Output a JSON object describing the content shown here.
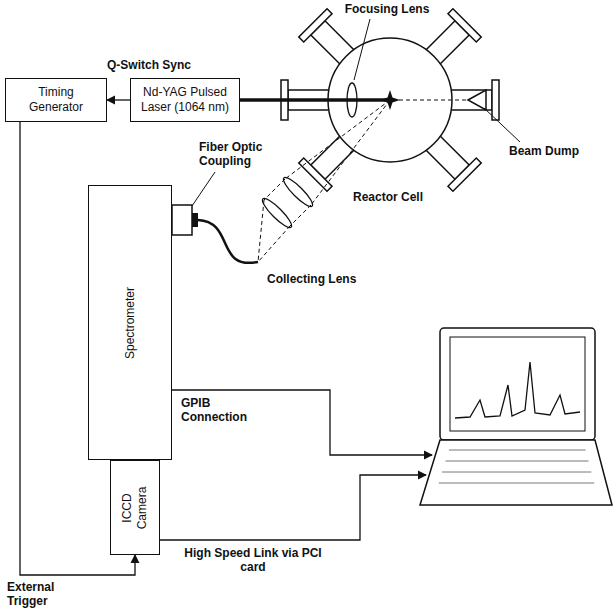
{
  "diagram": {
    "nodes": [
      {
        "text": [
          "Timing Generator"
        ]
      },
      {
        "text": [
          "Nd-YAG Pulsed Laser (1064 nm)"
        ]
      },
      {
        "text": [
          "Spectrometer"
        ]
      },
      {
        "text": [
          "ICCD Camera"
        ]
      }
    ],
    "edges": [
      {
        "from": 1,
        "to": 0,
        "arrow": "to",
        "label": "Q-Switch Sync"
      },
      {
        "from": 0,
        "to": 3,
        "arrow": "to",
        "label": "External Trigger"
      }
    ],
    "labels": [
      "Focusing Lens",
      "Beam Dump",
      "Fiber Optic Coupling",
      "Reactor Cell",
      "Collecting Lens",
      "GPIB Connection",
      "High Speed Link via PCI card"
    ]
  }
}
